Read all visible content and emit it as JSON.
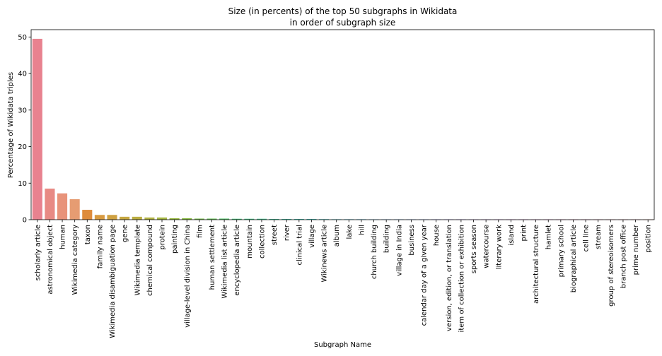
{
  "chart_data": {
    "type": "bar",
    "title_line1": "Size (in percents) of the top 50 subgraphs in Wikidata",
    "title_line2": "in order of subgraph size",
    "xlabel": "Subgraph Name",
    "ylabel": "Percentage of Wikidata triples",
    "ylim": [
      0,
      52
    ],
    "yticks": [
      0,
      10,
      20,
      30,
      40,
      50
    ],
    "grid": false,
    "categories": [
      "scholarly article",
      "astronomical object",
      "human",
      "Wikimedia category",
      "taxon",
      "family name",
      "Wikimedia disambiguation page",
      "gene",
      "Wikimedia template",
      "chemical compound",
      "protein",
      "painting",
      "village-level division in China",
      "film",
      "human settlement",
      "Wikimedia list article",
      "encyclopedia article",
      "mountain",
      "collection",
      "street",
      "river",
      "clinical trial",
      "village",
      "Wikinews article",
      "album",
      "lake",
      "hill",
      "church building",
      "building",
      "village in India",
      "business",
      "calendar day of a given year",
      "house",
      "version, edition, or translation",
      "item of collection or exhibition",
      "sports season",
      "watercourse",
      "literary work",
      "island",
      "print",
      "architectural structure",
      "hamlet",
      "primary school",
      "biographical article",
      "cell line",
      "stream",
      "group of stereoisomers",
      "branch post office",
      "prime number",
      "position"
    ],
    "values": [
      49.5,
      8.5,
      7.2,
      5.6,
      2.7,
      1.3,
      1.3,
      0.8,
      0.8,
      0.6,
      0.6,
      0.4,
      0.4,
      0.3,
      0.3,
      0.3,
      0.25,
      0.25,
      0.25,
      0.2,
      0.2,
      0.2,
      0.2,
      0.15,
      0.12,
      0.12,
      0.12,
      0.1,
      0.1,
      0.1,
      0.1,
      0.1,
      0.1,
      0.1,
      0.1,
      0.08,
      0.08,
      0.08,
      0.08,
      0.08,
      0.07,
      0.07,
      0.07,
      0.07,
      0.07,
      0.06,
      0.06,
      0.06,
      0.06,
      0.06
    ],
    "colors": [
      "#e8828f",
      "#e88a84",
      "#e8937a",
      "#e69c72",
      "#de8c3c",
      "#d89a41",
      "#cfa141",
      "#c6a741",
      "#bbad41",
      "#b0b141",
      "#a4b541",
      "#97b841",
      "#89bb44",
      "#79be4f",
      "#68c15a",
      "#55c36b",
      "#45c47a",
      "#44c587",
      "#44c593",
      "#44c59e",
      "#45c5a8",
      "#45c4b2",
      "#46c3bb",
      "#47c2c4",
      "#49c0cd",
      "#4bbdd6",
      "#4ebadf",
      "#53b6e7",
      "#5ab1ee",
      "#64abf4",
      "#71a4f7",
      "#7f9df9",
      "#8d96fa",
      "#9b8ffa",
      "#a888f8",
      "#b581f5",
      "#c17af2",
      "#cc73ee",
      "#d66de8",
      "#df68df",
      "#e566d6",
      "#e967cb",
      "#eb69c0",
      "#ed6cb5",
      "#ee70aa",
      "#ee749f",
      "#ed7895",
      "#ec7c8c",
      "#ea8084",
      "#e8847d"
    ]
  }
}
